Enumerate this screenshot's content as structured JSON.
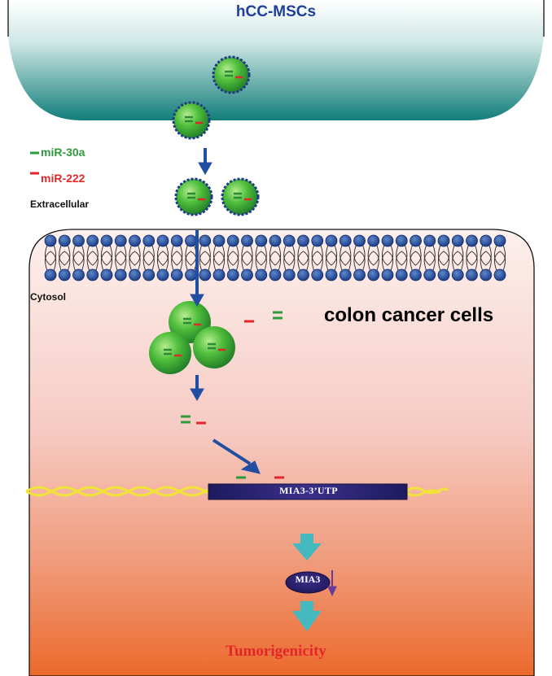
{
  "title": "hCC-MSCs",
  "legend": [
    {
      "label": "miR-30a",
      "color": "#2e9b3b"
    },
    {
      "label": "miR-222",
      "color": "#e3262a"
    }
  ],
  "regions": {
    "extracellular": "Extracellular",
    "cytosol": "Cytosol",
    "cell_label": "colon cancer cells"
  },
  "target_label": "MIA3-3’UTP",
  "protein_label": "MIA3",
  "outcome_label": "Tumorigenicity",
  "colors": {
    "donor_top": "#ffffff",
    "donor_bottom": "#127d7a",
    "cell_top": "#fdf0ee",
    "cell_bottom": "#ec6a2c",
    "vesicle": "#2f9a38",
    "arrow_blue": "#1f4ea3",
    "arrow_cyan": "#45b9c0",
    "mrna": "#f2e338",
    "utr_box": "#2d1f6e"
  }
}
